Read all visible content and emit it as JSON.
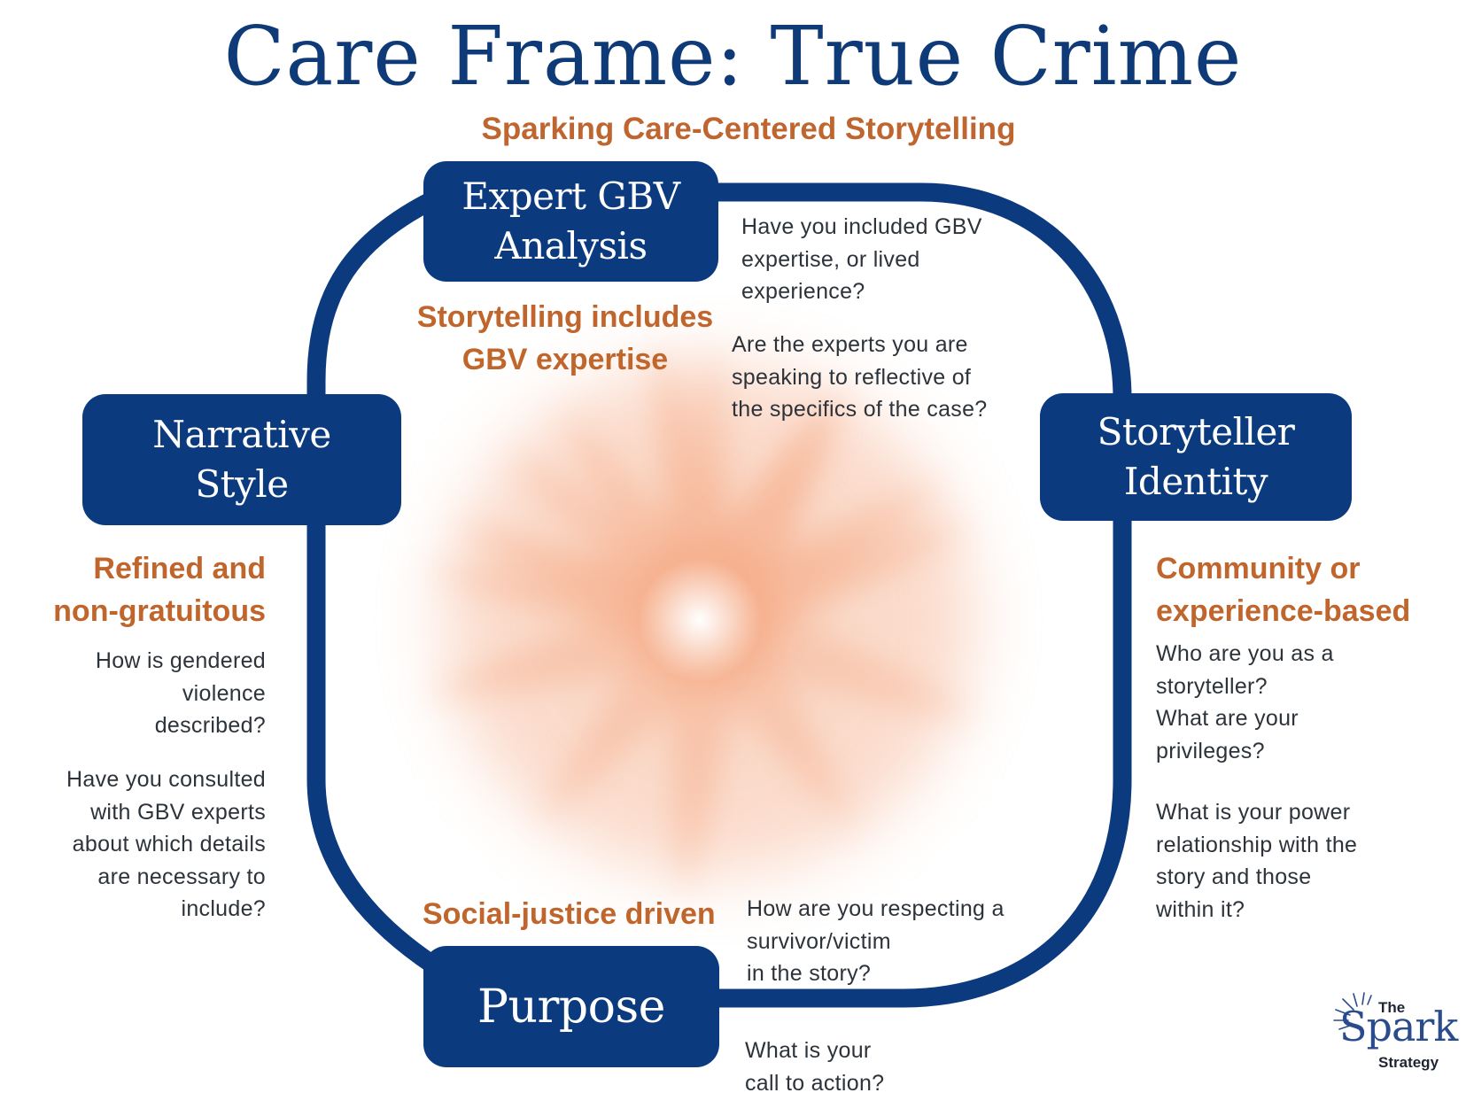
{
  "header": {
    "title": "Care Frame: True Crime",
    "subtitle": "Sparking Care-Centered Storytelling"
  },
  "colors": {
    "navy": "#0B3B7E",
    "title_navy": "#0F3A78",
    "accent_orange": "#C0652B",
    "body_text": "#2D333A",
    "burst_peach": "#F6B08E"
  },
  "nodes": {
    "expert": {
      "label": "Expert GBV\nAnalysis"
    },
    "narrative": {
      "label": "Narrative\nStyle"
    },
    "storyteller": {
      "label": "Storyteller\nIdentity"
    },
    "purpose": {
      "label": "Purpose"
    }
  },
  "sections": {
    "expert": {
      "heading": "Storytelling includes\nGBV expertise",
      "questions": [
        "Have you included GBV\nexpertise, or lived\nexperience?",
        "Are the experts you are\nspeaking to reflective of\nthe specifics of the case?"
      ]
    },
    "narrative": {
      "heading": "Refined and\nnon-gratuitous",
      "questions": [
        "How is gendered\nviolence \ndescribed?",
        "Have you consulted\nwith GBV experts\nabout which details\nare necessary to\ninclude?"
      ]
    },
    "storyteller": {
      "heading": "Community or\nexperience-based",
      "questions": [
        "Who are you as a\nstoryteller?\nWhat are your\nprivileges?",
        "What is your power\nrelationship with the\nstory and those\nwithin it?"
      ]
    },
    "purpose": {
      "heading": "Social-justice driven",
      "questions": [
        "How are you respecting a\nsurvivor/victim\nin the story?",
        "What is your\ncall to action?"
      ]
    }
  },
  "logo": {
    "line1": "The",
    "line2": "Spark",
    "line3": "Strategy"
  }
}
